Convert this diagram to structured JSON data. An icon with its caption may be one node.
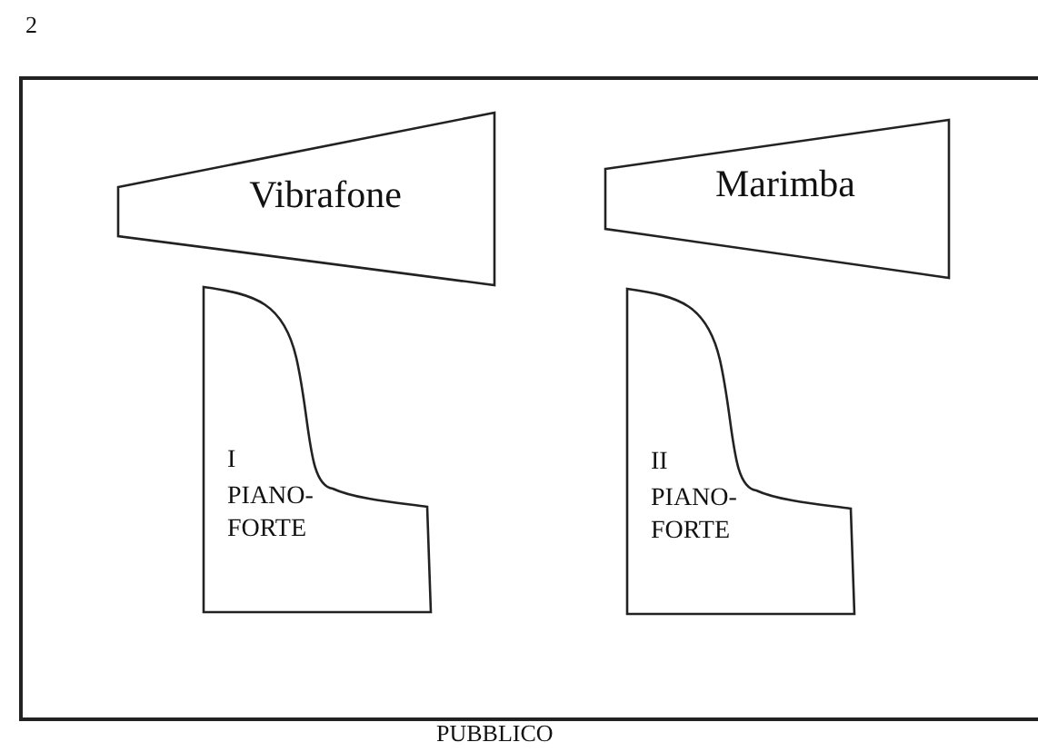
{
  "diagram": {
    "nodes": [
      {
        "text": [],
        "shape": "box"
      },
      {
        "text": [
          "Vibrafone"
        ],
        "in": 0
      },
      {
        "text": [
          "Marimba"
        ],
        "in": 0
      },
      {
        "text": [
          "I",
          "PIANO- FORTE"
        ],
        "in": 0
      },
      {
        "text": [
          "II",
          "PIANO- FORTE"
        ],
        "in": 0
      }
    ],
    "labels": [
      "2",
      "PUBBLICO"
    ]
  }
}
